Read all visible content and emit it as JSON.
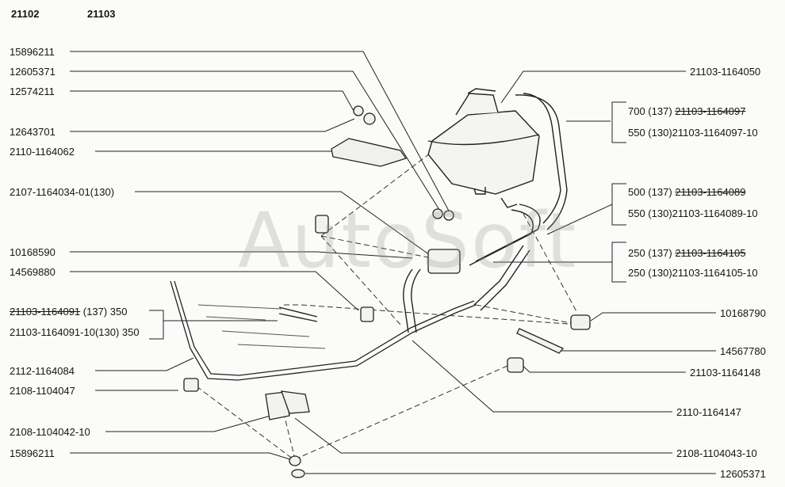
{
  "header": {
    "model_a": "21102",
    "model_b": "21103"
  },
  "watermark": "AutoSoft",
  "left_labels": [
    "15896211",
    "12605371",
    "12574211",
    "12643701",
    "2110-1164062",
    "2107-1164034-01(130)",
    "10168590",
    "14569880",
    "2112-1164084",
    "2108-1104047",
    "2108-1104042-10",
    "15896211"
  ],
  "left_bracket": {
    "row1": {
      "old_part": "21103-1164091",
      "spec": "(137)  350"
    },
    "row2": {
      "text": "21103-1164091-10(130) 350"
    }
  },
  "right_labels": [
    "21103-1164050",
    "10168790",
    "14567780",
    "21103-1164148",
    "2110-1164147",
    "2108-1104043-10",
    "12605371"
  ],
  "right_brackets": [
    {
      "row1_spec": "700 (137)",
      "row1_old": "21103-1164097",
      "row2": "550 (130)21103-1164097-10"
    },
    {
      "row1_spec": "500 (137)",
      "row1_old": "21103-1164089",
      "row2": "550 (130)21103-1164089-10"
    },
    {
      "row1_spec": "250 (137)",
      "row1_old": "21103-1164105",
      "row2": "250 (130)21103-1164105-10"
    }
  ]
}
